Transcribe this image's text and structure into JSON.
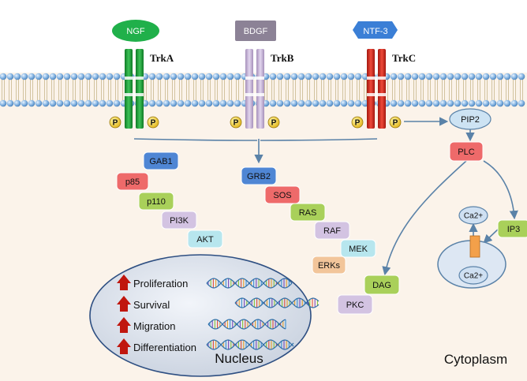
{
  "ligands": {
    "ngf": "NGF",
    "bdgf": "BDGF",
    "ntf3": "NTF-3"
  },
  "receptors": {
    "trka": "TrkA",
    "trkb": "TrkB",
    "trkc": "TrkC"
  },
  "phospho": "P",
  "proteins": {
    "gab1": "GAB1",
    "p85": "p85",
    "p110": "p110",
    "pi3k": "PI3K",
    "akt": "AKT",
    "grb2": "GRB2",
    "sos": "SOS",
    "ras": "RAS",
    "raf": "RAF",
    "mek": "MEK",
    "erks": "ERKs",
    "pip2": "PIP2",
    "plc": "PLC",
    "ip3": "IP3",
    "dag": "DAG",
    "pkc": "PKC",
    "ca_top": "Ca2+",
    "ca_bottom": "Ca2+"
  },
  "nucleus": {
    "title": "Nucleus",
    "outcomes": [
      "Proliferation",
      "Survival",
      "Migration",
      "Differentiation"
    ]
  },
  "region": {
    "cytoplasm": "Cytoplasm"
  },
  "colors": {
    "background": "#fbf3ea",
    "trka": "#21a03a",
    "trkb": "#c7b5d6",
    "trkc": "#d6261c",
    "gab1": "#4f86d4",
    "grb2": "#4f86d4",
    "p85": "#ee6a6a",
    "sos": "#ee6a6a",
    "p110": "#a9d05a",
    "ras": "#a9d05a",
    "dag": "#a9d05a",
    "ip3": "#a9d05a",
    "pi3k": "#d3c3e2",
    "raf": "#d3c3e2",
    "pkc": "#d3c3e2",
    "akt": "#b7e6ee",
    "mek": "#b7e6ee",
    "erks": "#f2c59a",
    "pip2": "#cde3f3",
    "plc": "#ee6a6a",
    "nucleus": "#d7dde8",
    "arrow": "#5a82a8"
  }
}
